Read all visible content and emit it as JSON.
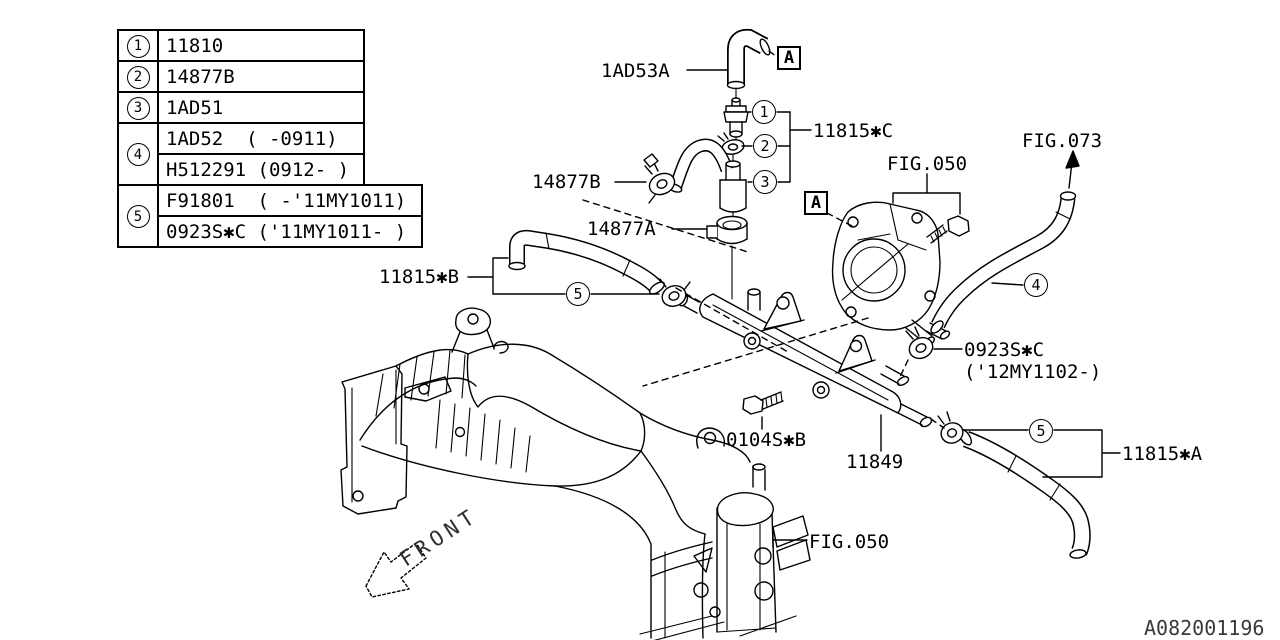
{
  "doc": {
    "number": "A082001196"
  },
  "markers": {
    "a": "A"
  },
  "front_label": "FRONT",
  "callouts": {
    "c1": "1",
    "c2": "2",
    "c3": "3",
    "c4": "4",
    "c5_left": "5",
    "c5_right": "5"
  },
  "labels": {
    "hose_elbow": "1AD53A",
    "hose_set_c": "11815✱C",
    "fig050_top": "FIG.050",
    "fig073": "FIG.073",
    "clamp_b": "14877B",
    "grommet_a": "14877A",
    "hose_set_b": "11815✱B",
    "clamp_0923": "0923S✱C",
    "clamp_0923_note": "('12MY1102-)",
    "bolt_0104": "0104S✱B",
    "fuel_pipe": "11849",
    "hose_set_a": "11815✱A",
    "fig050_bottom": "FIG.050"
  },
  "table": {
    "rows": [
      {
        "num": "1",
        "cells": [
          "11810"
        ]
      },
      {
        "num": "2",
        "cells": [
          "14877B"
        ]
      },
      {
        "num": "3",
        "cells": [
          "1AD51"
        ]
      },
      {
        "num": "4",
        "cells": [
          "1AD52  ( -0911)",
          "H512291 (0912- )"
        ]
      },
      {
        "num": "5",
        "cells": [
          "F91801  ( -'11MY1011)",
          "0923S✱C ('11MY1011- )"
        ]
      }
    ]
  }
}
